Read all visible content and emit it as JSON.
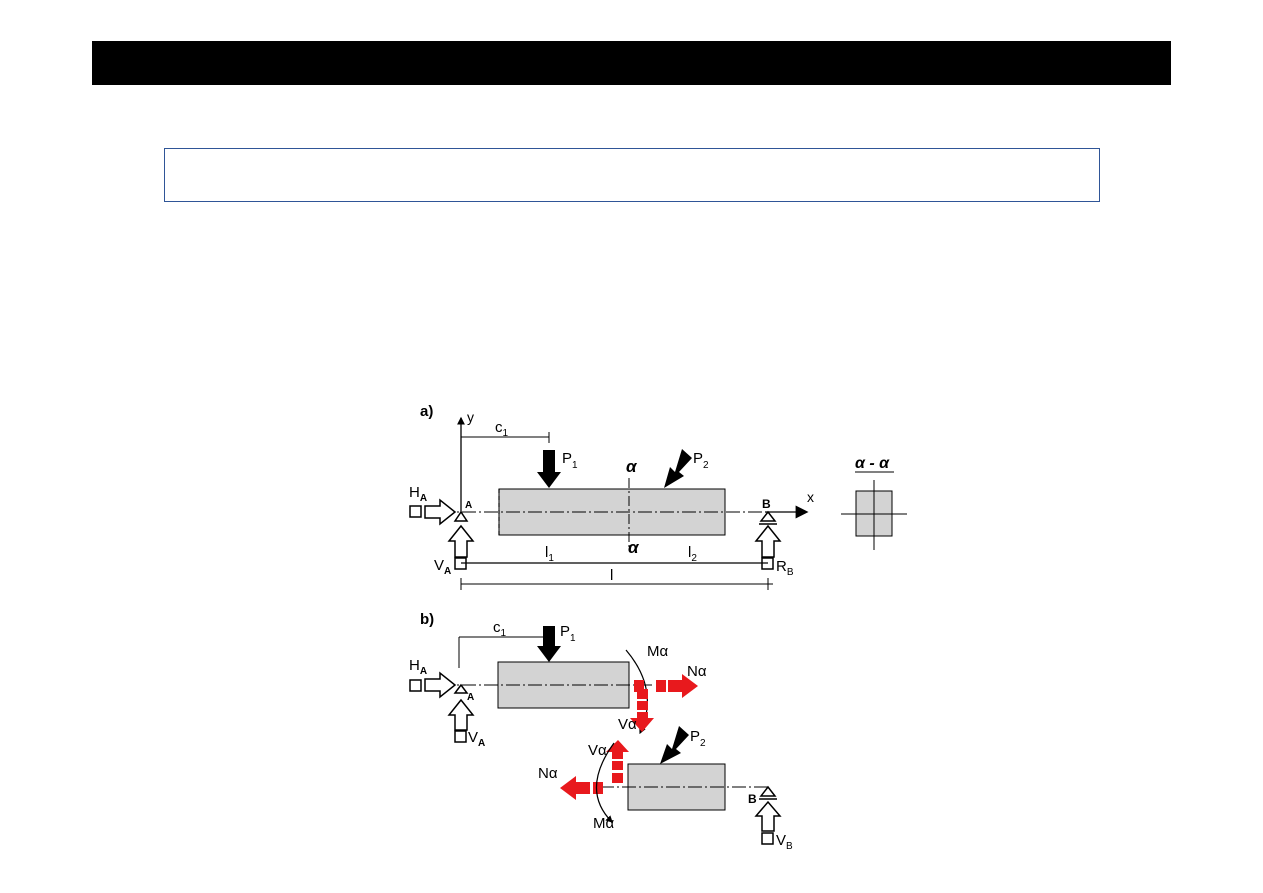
{
  "header": {
    "bar_color": "#000000"
  },
  "title_box": {
    "text": "",
    "border_color": "#2f5597"
  },
  "diagram": {
    "part_a": {
      "label": "a)",
      "y_axis": "y",
      "x_axis": "x",
      "c1": "c",
      "c1_sub": "1",
      "P1": "P",
      "P1_sub": "1",
      "P2": "P",
      "P2_sub": "2",
      "alpha_top": "α",
      "alpha_bottom": "α",
      "section_label": "α - α",
      "HA": "H",
      "HA_sub": "A",
      "VA": "V",
      "VA_sub": "A",
      "RB": "R",
      "RB_sub": "B",
      "support_A": "A",
      "support_B": "B",
      "l1": "l",
      "l1_sub": "1",
      "l2": "l",
      "l2_sub": "2",
      "l": "l"
    },
    "part_b": {
      "label": "b)",
      "c1": "c",
      "c1_sub": "1",
      "P1": "P",
      "P1_sub": "1",
      "P2": "P",
      "P2_sub": "2",
      "HA": "H",
      "HA_sub": "A",
      "VA": "V",
      "VA_sub": "A",
      "VB": "V",
      "VB_sub": "B",
      "support_A": "A",
      "support_B": "B",
      "M_alpha_left": "Mα",
      "N_alpha_left": "Nα",
      "V_alpha_left": "Vα",
      "M_alpha_right": "Mα",
      "N_alpha_right": "Nα",
      "V_alpha_right": "Vα"
    },
    "colors": {
      "beam_fill": "#d3d3d3",
      "internal_force": "#e8191d",
      "ink": "#000000"
    }
  }
}
